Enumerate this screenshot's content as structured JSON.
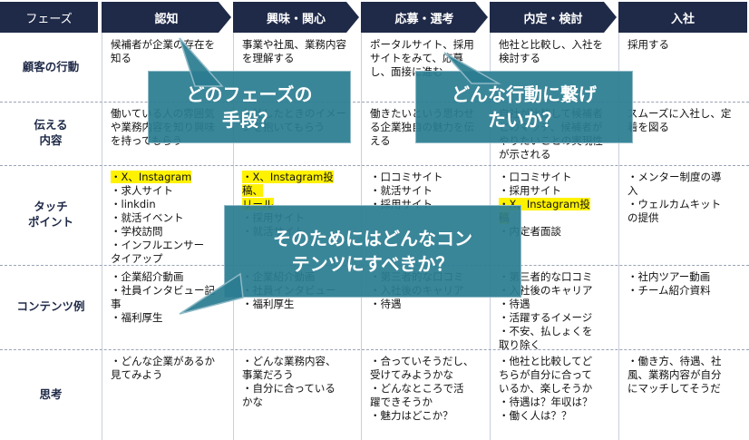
{
  "header": {
    "phase_label": "フェーズ",
    "phases": [
      "認知",
      "興味・関心",
      "応募・選考",
      "内定・検討",
      "入社"
    ]
  },
  "rows": [
    {
      "label": "顧客の行動",
      "cells": [
        [
          "候補者が企業の存在を知る"
        ],
        [
          "事業や社風、業務内容を理解する"
        ],
        [
          "ポータルサイト、採用サイトをみて、応募し、面接に進む"
        ],
        [
          "他社と比較し、入社を検討する"
        ],
        [
          "採用する"
        ]
      ]
    },
    {
      "label": "伝える\n内容",
      "cells": [
        [
          "働いている人の雰囲気や業務内容を知り興味を持ってもらう"
        ],
        [
          "入社したときのイメージを抱いてもらう"
        ],
        [
          "働きたいという思わせる企業独自の魅力を伝える"
        ],
        [
          "自社が比較して候補者とのマッチ、候補者がやりたいことの実現性が示される"
        ],
        [
          "スムーズに入社し、定着を図る"
        ]
      ]
    },
    {
      "label": "タッチ\nポイント",
      "cells": [
        [
          "・X、Instagram",
          "・求人サイト",
          "・linkdin",
          "・就活イベント",
          "・学校訪問",
          "・インフルエンサー\nタイアップ"
        ],
        [
          "・X、Instagram投稿、\nリール",
          "・採用サイト",
          "・就活サイト"
        ],
        [
          "・口コミサイト",
          "・就活サイト",
          "・採用サイト"
        ],
        [
          "・口コミサイト",
          "・採用サイト",
          "・X、Instagram投\n稿",
          "・内定者面談"
        ],
        [
          "・メンター制度の導\n入",
          "・ウェルカムキット\nの提供"
        ]
      ]
    },
    {
      "label": "コンテンツ例",
      "cells": [
        [
          "・企業紹介動画",
          "・社員インタビュー記\n事",
          "・福利厚生"
        ],
        [
          "・企業紹介動画",
          "・社員インタビュー",
          "・福利厚生"
        ],
        [
          "・第三者的な口コミ",
          "・入社後のキャリア",
          "・待遇"
        ],
        [
          "・第三者的な口コミ",
          "・入社後のキャリア",
          "・待遇",
          "・活躍するイメージ",
          "・不安、払しょくを\n取り除く"
        ],
        [
          "・社内ツアー動画",
          "・チーム紹介資料"
        ]
      ]
    },
    {
      "label": "思考",
      "cells": [
        [
          "・どんな企業があるか\n見てみよう"
        ],
        [
          "・どんな業務内容、\n事業だろう",
          "・自分に合っている\nかな"
        ],
        [
          "・合っていそうだし、\n受けてみようかな",
          "・どんなところで活\n躍できそうか",
          "・魅力はどこか？"
        ],
        [
          "・他社と比較してど\nちらが自分に合って\nいるか、楽しそうか",
          "・待遇は？年収は？",
          "・働く人は？？"
        ],
        [
          "・働き方、待遇、社\n風、業務内容が自分\nにマッチしてそうだ"
        ]
      ]
    }
  ],
  "highlights": [
    "・X、Instagram",
    "・X、Instagram投稿、\nリール",
    "・X、Instagram投\n稿"
  ],
  "bubbles": [
    "どのフェーズの\n手段？",
    "どんな行動に繋げ\nたいか？",
    "そのためにはどんなコン\nテンツにすべきか？"
  ],
  "colors": {
    "header_bg": "#1f2a48",
    "bubble": "#2b7d91",
    "highlight": "#fff200"
  }
}
